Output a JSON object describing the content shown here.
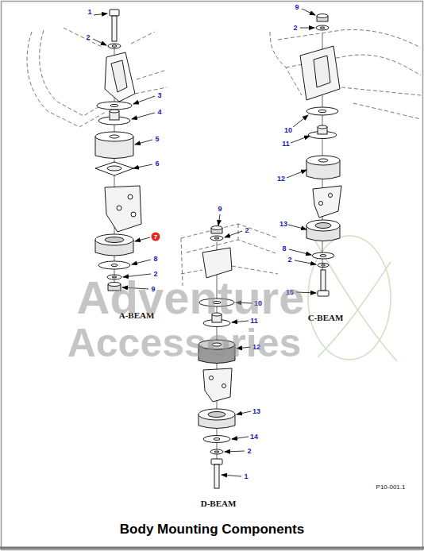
{
  "diagram": {
    "caption": "Body Mounting Components",
    "labels": [
      "1",
      "2",
      "3",
      "4",
      "5",
      "6",
      "7",
      "8",
      "2",
      "9",
      "A-BEAM",
      "9",
      "2",
      "10",
      "11",
      "12",
      "13",
      "8",
      "2",
      "15",
      "C-BEAM",
      "9",
      "2",
      "10",
      "11",
      "12",
      "13",
      "14",
      "2",
      "1",
      "D-BEAM",
      "P10-001.1",
      "Adventure",
      "Accessories"
    ]
  }
}
